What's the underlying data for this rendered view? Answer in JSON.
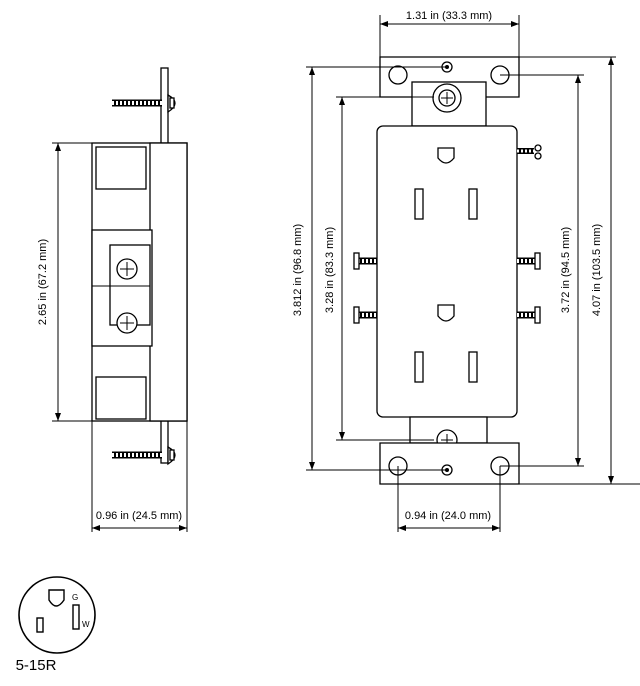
{
  "dimensions": {
    "front_width": "1.31 in (33.3 mm)",
    "front_height_outer": "4.07 in (103.5 mm)",
    "front_height_ears": "3.72 in (94.5 mm)",
    "front_height_mount": "3.812 in (96.8 mm)",
    "front_height_body": "3.28 in (83.3 mm)",
    "front_strap_width": "0.94 in (24.0 mm)",
    "side_height": "2.65 in (67.2 mm)",
    "side_depth": "0.96 in (24.5 mm)"
  },
  "config": {
    "label": "5-15R",
    "ground_label": "G",
    "white_label": "W"
  }
}
